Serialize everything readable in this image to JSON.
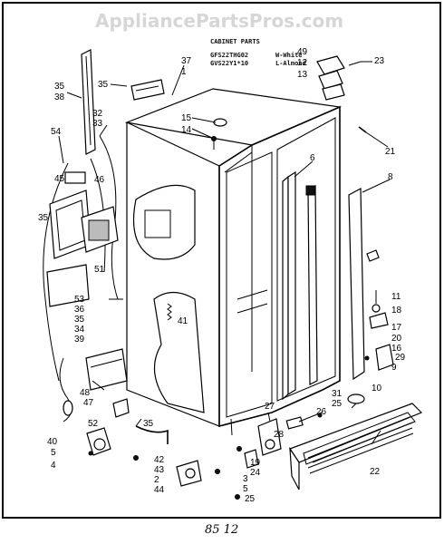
{
  "watermark": "AppliancePartsPros.com",
  "header": {
    "title": "CABINET PARTS",
    "models": [
      "GFS22THG02",
      "GVS22Y1*10"
    ],
    "colors": [
      "W-White",
      "L-Almond"
    ]
  },
  "callouts": [
    {
      "id": "c37",
      "text": "37"
    },
    {
      "id": "c1",
      "text": "1"
    },
    {
      "id": "c35a",
      "text": "35"
    },
    {
      "id": "c35b",
      "text": "35"
    },
    {
      "id": "c38",
      "text": "38"
    },
    {
      "id": "c32",
      "text": "32"
    },
    {
      "id": "c33",
      "text": "33"
    },
    {
      "id": "c54",
      "text": "54"
    },
    {
      "id": "c45",
      "text": "45"
    },
    {
      "id": "c46",
      "text": "46"
    },
    {
      "id": "c35c",
      "text": "35"
    },
    {
      "id": "c51",
      "text": "51"
    },
    {
      "id": "c53",
      "text": "53"
    },
    {
      "id": "c36",
      "text": "36"
    },
    {
      "id": "c35d",
      "text": "35"
    },
    {
      "id": "c34",
      "text": "34"
    },
    {
      "id": "c39",
      "text": "39"
    },
    {
      "id": "c41",
      "text": "41"
    },
    {
      "id": "c48",
      "text": "48"
    },
    {
      "id": "c47",
      "text": "47"
    },
    {
      "id": "c52",
      "text": "52"
    },
    {
      "id": "c40",
      "text": "40"
    },
    {
      "id": "c5a",
      "text": "5"
    },
    {
      "id": "c4",
      "text": "4"
    },
    {
      "id": "c35e",
      "text": "35"
    },
    {
      "id": "c42",
      "text": "42"
    },
    {
      "id": "c43",
      "text": "43"
    },
    {
      "id": "c2",
      "text": "2"
    },
    {
      "id": "c44",
      "text": "44"
    },
    {
      "id": "c3",
      "text": "3"
    },
    {
      "id": "c5b",
      "text": "5"
    },
    {
      "id": "c25a",
      "text": "25"
    },
    {
      "id": "c19",
      "text": "19"
    },
    {
      "id": "c24",
      "text": "24"
    },
    {
      "id": "c28",
      "text": "28"
    },
    {
      "id": "c27",
      "text": "27"
    },
    {
      "id": "c26",
      "text": "26"
    },
    {
      "id": "c31",
      "text": "31"
    },
    {
      "id": "c25b",
      "text": "25"
    },
    {
      "id": "c10",
      "text": "10"
    },
    {
      "id": "c22",
      "text": "22"
    },
    {
      "id": "c15",
      "text": "15"
    },
    {
      "id": "c14",
      "text": "14"
    },
    {
      "id": "c6",
      "text": "6"
    },
    {
      "id": "c8",
      "text": "8"
    },
    {
      "id": "c21",
      "text": "21"
    },
    {
      "id": "c49",
      "text": "49"
    },
    {
      "id": "c12",
      "text": "12"
    },
    {
      "id": "c13",
      "text": "13"
    },
    {
      "id": "c23",
      "text": "23"
    },
    {
      "id": "c11",
      "text": "11"
    },
    {
      "id": "c18",
      "text": "18"
    },
    {
      "id": "c17",
      "text": "17"
    },
    {
      "id": "c20",
      "text": "20"
    },
    {
      "id": "c16",
      "text": "16"
    },
    {
      "id": "c29",
      "text": "29"
    },
    {
      "id": "c9",
      "text": "9"
    }
  ],
  "footer_mark": "85 12"
}
